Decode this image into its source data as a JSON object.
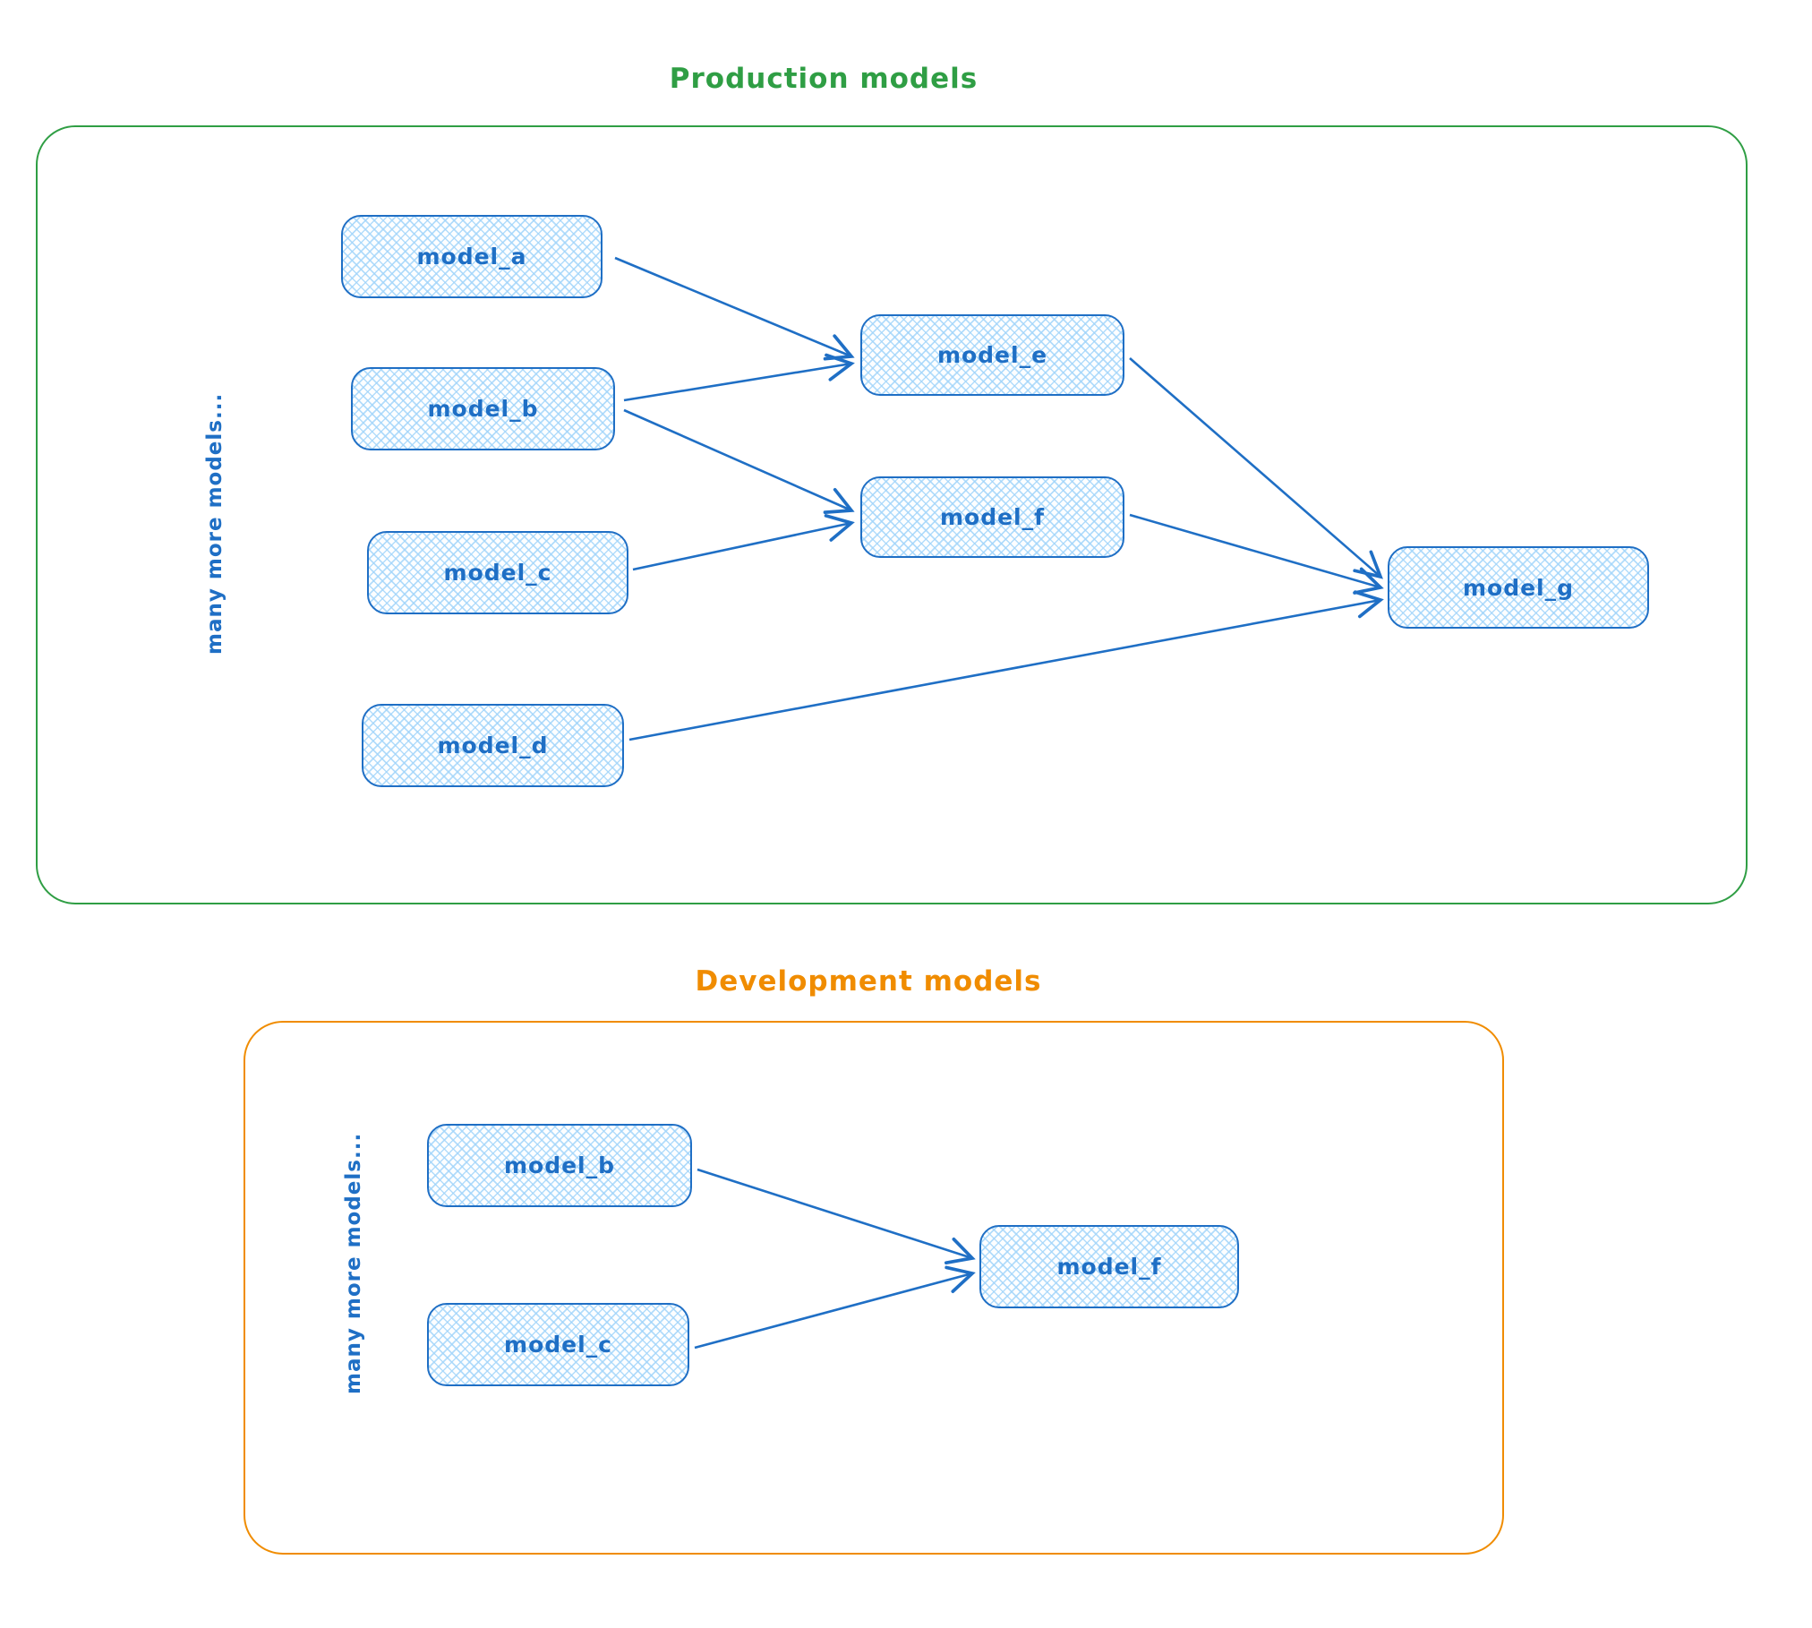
{
  "diagram": {
    "production": {
      "title": "Production models",
      "frame_color": "#2f9e44",
      "side_label": "many more models...",
      "nodes": {
        "a": {
          "label": "model_a"
        },
        "b": {
          "label": "model_b"
        },
        "c": {
          "label": "model_c"
        },
        "d": {
          "label": "model_d"
        },
        "e": {
          "label": "model_e"
        },
        "f": {
          "label": "model_f"
        },
        "g": {
          "label": "model_g"
        }
      },
      "edges": [
        {
          "from": "model_a",
          "to": "model_e"
        },
        {
          "from": "model_b",
          "to": "model_e"
        },
        {
          "from": "model_b",
          "to": "model_f"
        },
        {
          "from": "model_c",
          "to": "model_f"
        },
        {
          "from": "model_e",
          "to": "model_g"
        },
        {
          "from": "model_f",
          "to": "model_g"
        },
        {
          "from": "model_d",
          "to": "model_g"
        }
      ]
    },
    "development": {
      "title": "Development models",
      "frame_color": "#f08c00",
      "side_label": "many more models...",
      "nodes": {
        "b": {
          "label": "model_b"
        },
        "c": {
          "label": "model_c"
        },
        "f": {
          "label": "model_f"
        }
      },
      "edges": [
        {
          "from": "model_b",
          "to": "model_f"
        },
        {
          "from": "model_c",
          "to": "model_f"
        }
      ]
    },
    "colors": {
      "node_stroke": "#1f6fc5",
      "node_fill_hatch": "#a5d8ff",
      "production_frame": "#2f9e44",
      "development_frame": "#f08c00"
    }
  }
}
